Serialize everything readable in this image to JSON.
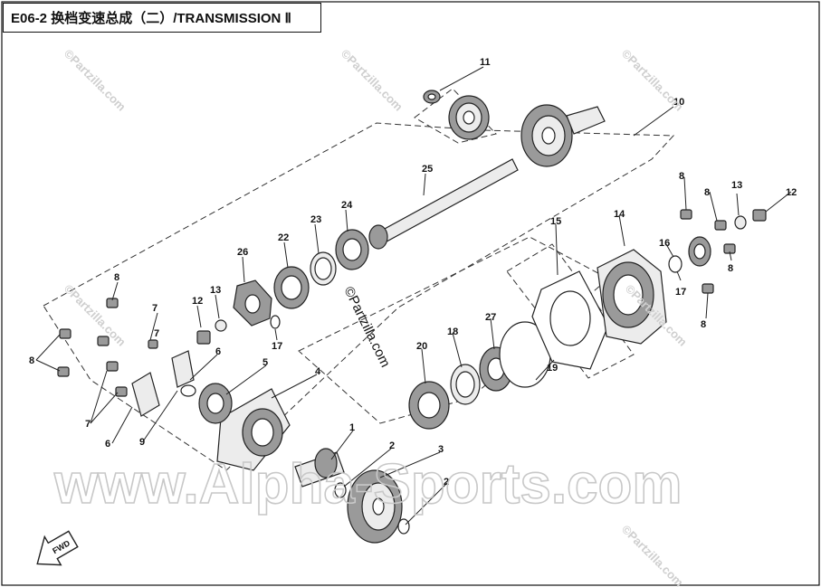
{
  "title": "E06-2 换档变速总成（二）/TRANSMISSION Ⅱ",
  "watermarks": {
    "site": "www.Alpha-Sports.com",
    "patzilla": "©Partzilla.com",
    "patzilla_small": "©Partzilla.com"
  },
  "fwd_label": "FWD",
  "callouts": {
    "c1": "1",
    "c2a": "2",
    "c2b": "2",
    "c3": "3",
    "c4": "4",
    "c5": "5",
    "c6a": "6",
    "c6b": "6",
    "c7a": "7",
    "c7b": "7",
    "c7c": "7",
    "c8a": "8",
    "c8b": "8",
    "c8c": "8",
    "c8d": "8",
    "c8e": "8",
    "c8f": "8",
    "c9": "9",
    "c10": "10",
    "c11": "11",
    "c12a": "12",
    "c12b": "12",
    "c13a": "13",
    "c13b": "13",
    "c14": "14",
    "c15": "15",
    "c16": "16",
    "c17a": "17",
    "c17b": "17",
    "c18": "18",
    "c19": "19",
    "c20": "20",
    "c22": "22",
    "c23": "23",
    "c24": "24",
    "c25": "25",
    "c26": "26",
    "c27": "27"
  }
}
